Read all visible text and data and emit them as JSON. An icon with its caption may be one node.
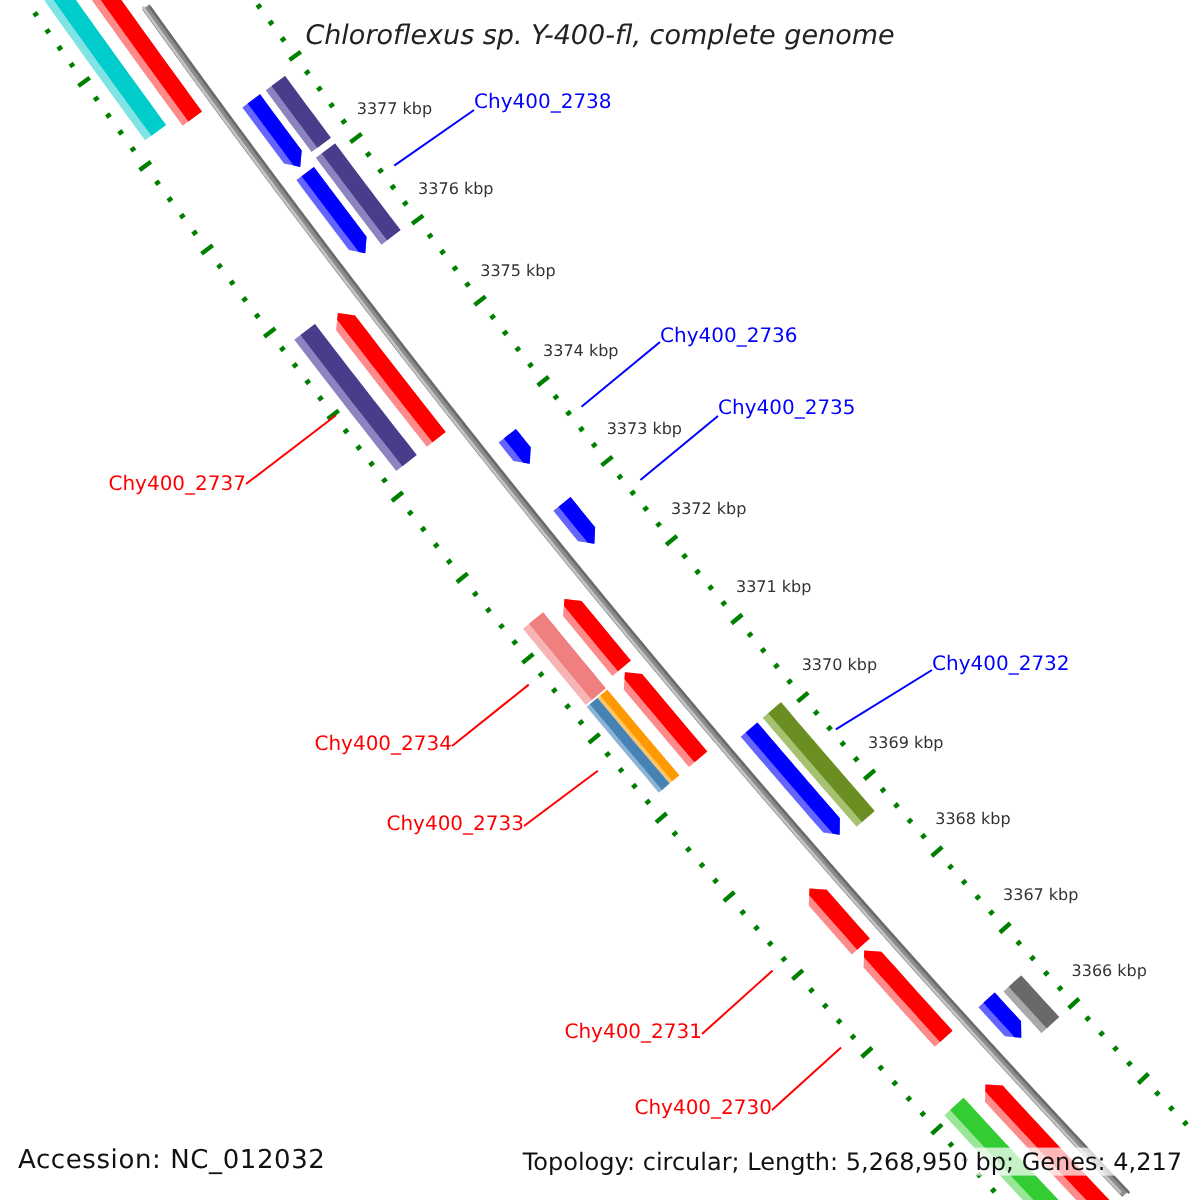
{
  "diagram": {
    "title": "Chloroflexus sp. Y-400-fl, complete genome",
    "nodes": [
      {
        "text": [
          "Chy400_2738"
        ]
      },
      {
        "text": [
          "Chy400_2736"
        ]
      },
      {
        "text": [
          "Chy400_2735"
        ]
      },
      {
        "text": [
          "Chy400_2737"
        ]
      },
      {
        "text": [
          "Chy400_2732"
        ]
      },
      {
        "text": [
          "Chy400_2734"
        ]
      },
      {
        "text": [
          "Chy400_2733"
        ]
      },
      {
        "text": [
          "Chy400_2731"
        ]
      },
      {
        "text": [
          "Chy400_2730"
        ]
      },
      {
        "text": [],
        "shape": "bar"
      },
      {
        "text": [],
        "shape": "arrow"
      },
      {
        "text": [],
        "shape": "bar"
      },
      {
        "text": [],
        "shape": "arrow"
      },
      {
        "text": [],
        "shape": "bar"
      },
      {
        "text": [],
        "shape": "arrow"
      },
      {
        "text": [],
        "shape": "arrow"
      },
      {
        "text": [],
        "shape": "bar"
      },
      {
        "text": [],
        "shape": "arrow"
      },
      {
        "text": [],
        "shape": "arrow"
      },
      {
        "text": [],
        "shape": "arrow"
      },
      {
        "text": [],
        "shape": "bar"
      },
      {
        "text": [],
        "shape": "arrow"
      },
      {
        "text": [],
        "shape": "bar"
      },
      {
        "text": [],
        "shape": "bar"
      },
      {
        "text": [],
        "shape": "bar"
      },
      {
        "text": [],
        "shape": "arrow"
      },
      {
        "text": [],
        "shape": "arrow"
      },
      {
        "text": [],
        "shape": "arrow"
      },
      {
        "text": [],
        "shape": "bar"
      },
      {
        "text": [],
        "shape": "arrow"
      },
      {
        "text": [],
        "shape": "arrow"
      },
      {
        "text": [],
        "shape": "bar"
      }
    ],
    "edges": [
      {
        "from": 0,
        "to": null,
        "arrow": "none",
        "color": "#0000ff"
      },
      {
        "from": 1,
        "to": null,
        "arrow": "none",
        "color": "#0000ff"
      },
      {
        "from": 2,
        "to": null,
        "arrow": "none",
        "color": "#0000ff"
      },
      {
        "from": 3,
        "to": 15,
        "arrow": "none"
      },
      {
        "from": 4,
        "to": 25,
        "arrow": "none",
        "color": "#0000ff"
      },
      {
        "from": 5,
        "to": 20,
        "arrow": "none"
      },
      {
        "from": 6,
        "to": 23,
        "arrow": "none"
      },
      {
        "from": 7,
        "to": null,
        "arrow": "none"
      },
      {
        "from": 8,
        "to": null,
        "arrow": "none"
      }
    ],
    "labels": [
      "3377 kbp",
      "3376 kbp",
      "3375 kbp",
      "3374 kbp",
      "3373 kbp",
      "3372 kbp",
      "3371 kbp",
      "3370 kbp",
      "3369 kbp",
      "3368 kbp",
      "3367 kbp",
      "3366 kbp",
      "Accession: NC_012032",
      "Topology: circular; Length: 5,268,950 bp; Genes: 4,217"
    ]
  }
}
